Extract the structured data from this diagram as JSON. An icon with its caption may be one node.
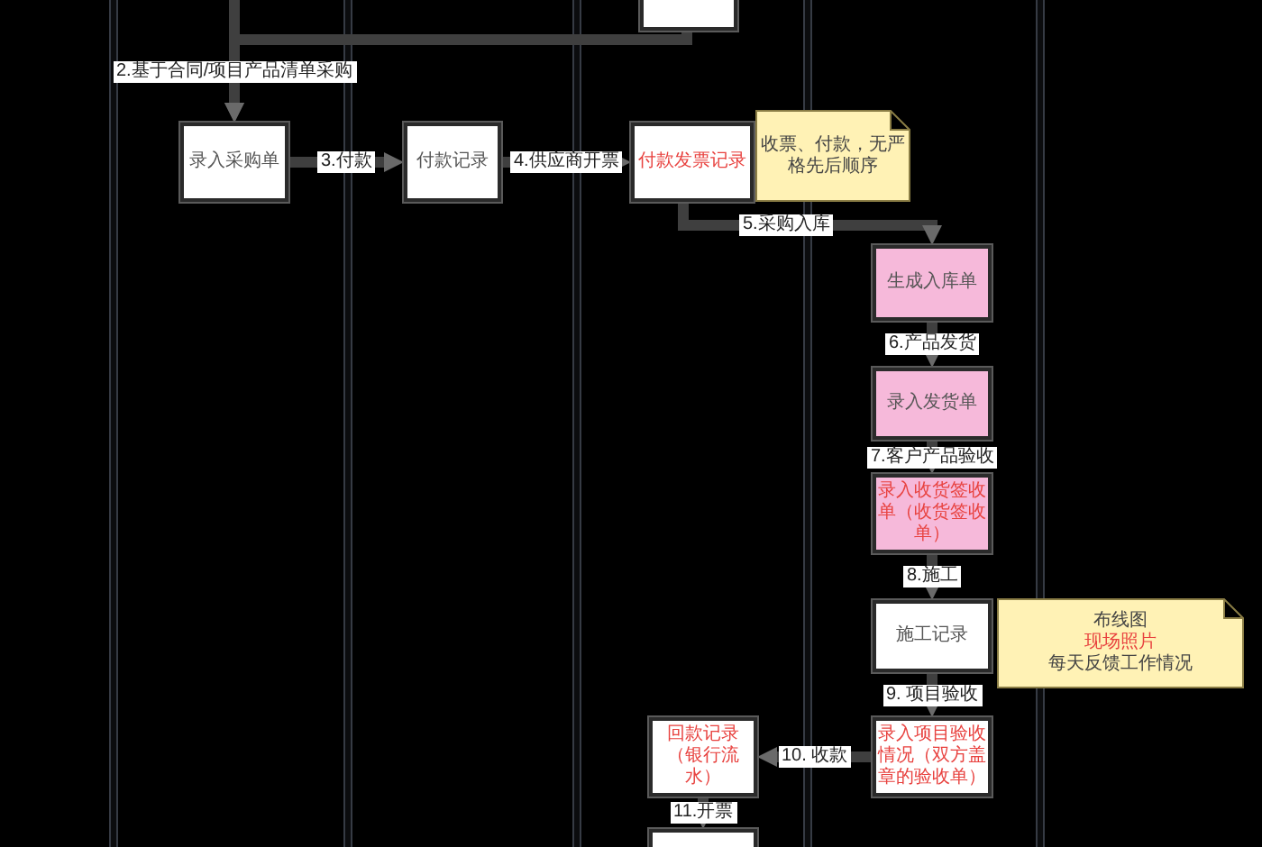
{
  "diagram": {
    "nodes": [
      {
        "text": [],
        "shape": "box"
      },
      {
        "text": [
          "录入采购单"
        ]
      },
      {
        "text": [
          "付款记录"
        ]
      },
      {
        "text": [
          "付款发票记录"
        ]
      },
      {
        "text": [
          "收票、付款，无严格先后顺序"
        ]
      },
      {
        "text": [
          "生成入库单"
        ]
      },
      {
        "text": [
          "录入发货单"
        ]
      },
      {
        "text": [
          "录入收货签收单（收货签收单）"
        ]
      },
      {
        "text": [
          "施工记录"
        ]
      },
      {
        "text": [
          "布线图",
          "现场照片",
          "每天反馈工作情况"
        ]
      },
      {
        "text": [
          "录入项目验收情况（双方盖章的验收单）"
        ]
      },
      {
        "text": [
          "回款记录（银行流水）"
        ]
      },
      {
        "text": [],
        "shape": "box"
      }
    ],
    "edges": [
      {
        "from": null,
        "to": 1,
        "arrow": "to"
      },
      {
        "from": 0,
        "to": 1,
        "arrow": "to",
        "label": "2.基于合同/项目产品清单采购"
      },
      {
        "from": 1,
        "to": 2,
        "arrow": "to",
        "label": "3.付款"
      },
      {
        "from": 2,
        "to": 3,
        "arrow": "to",
        "label": "4.供应商开票"
      },
      {
        "from": 3,
        "to": 5,
        "arrow": "to",
        "label": "5.采购入库"
      },
      {
        "from": 5,
        "to": 6,
        "arrow": "to",
        "label": "6.产品发货"
      },
      {
        "from": 6,
        "to": 7,
        "arrow": "to",
        "label": "7.客户产品验收"
      },
      {
        "from": 7,
        "to": 8,
        "arrow": "to",
        "label": "8.施工"
      },
      {
        "from": 8,
        "to": 10,
        "arrow": "to",
        "label": "9. 项目验收"
      },
      {
        "from": 10,
        "to": 11,
        "arrow": "to",
        "label": "10. 收款"
      },
      {
        "from": 11,
        "to": 12,
        "arrow": "to",
        "label": "11.开票"
      }
    ]
  }
}
